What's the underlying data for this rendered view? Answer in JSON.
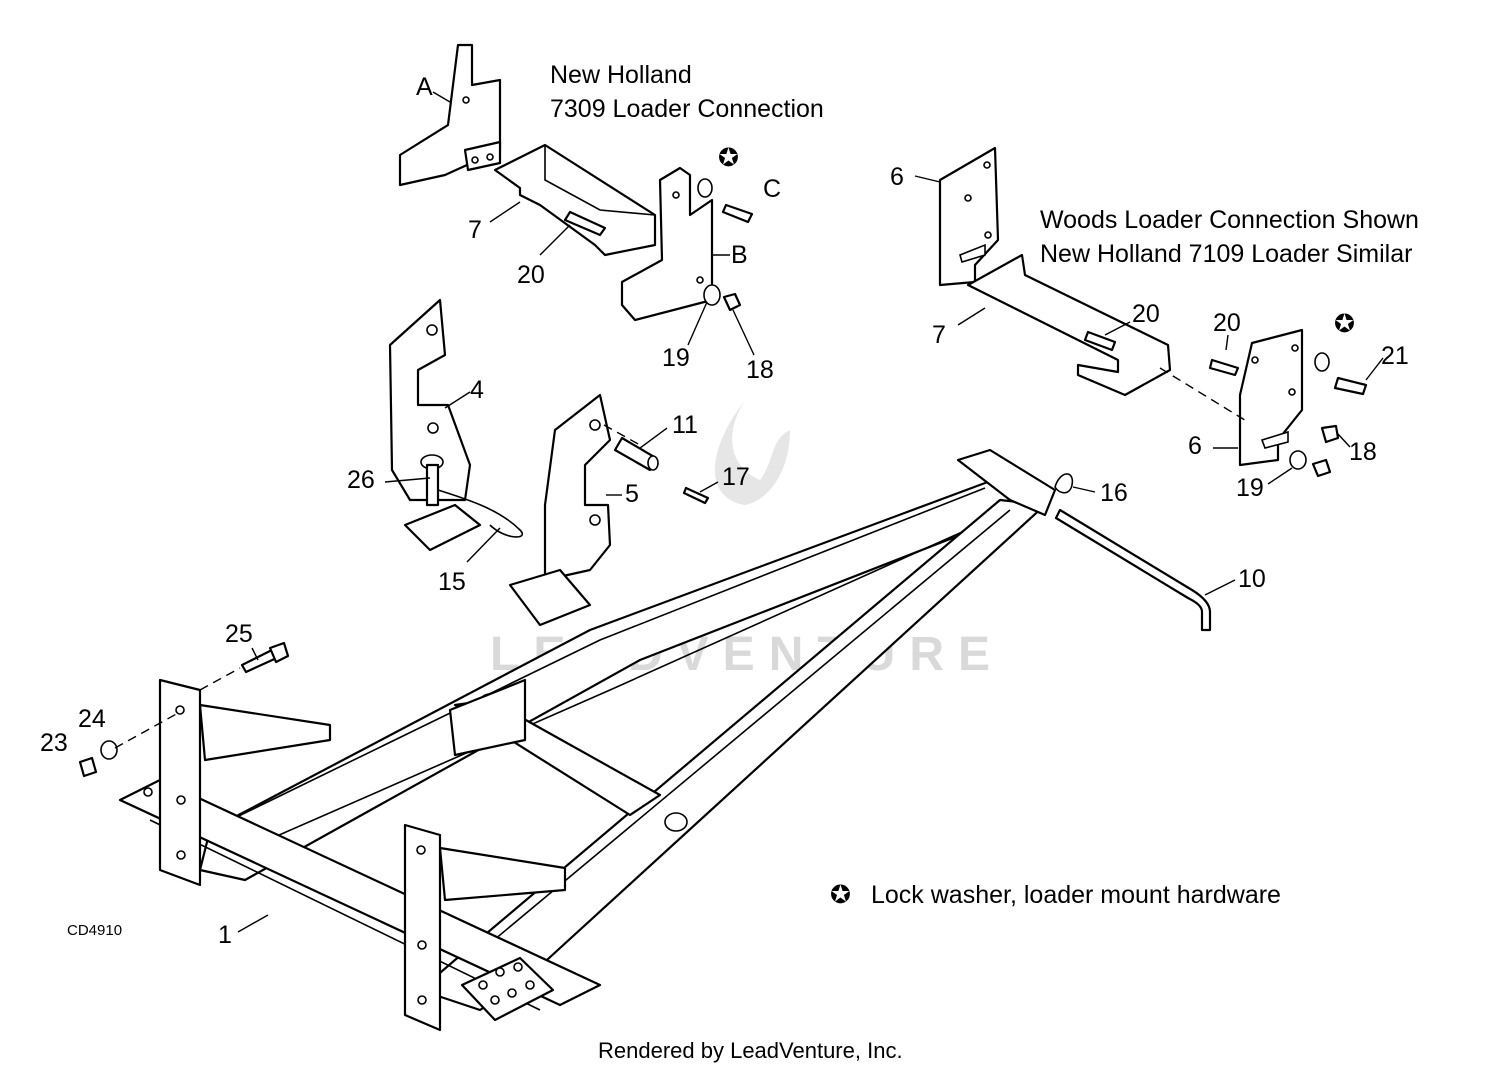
{
  "titles": {
    "nh7309_line1": "New Holland",
    "nh7309_line2": "7309 Loader Connection",
    "woods_line1": "Woods Loader Connection Shown",
    "woods_line2": "New Holland 7109 Loader Similar"
  },
  "legend": {
    "symbol": "✪",
    "text": "Lock washer, loader mount hardware"
  },
  "drawing_code": "CD4910",
  "footer": "Rendered by LeadVenture, Inc.",
  "watermark": "LEADVENTURE",
  "callouts": {
    "A": "A",
    "B": "B",
    "C": "C",
    "p1": "1",
    "p4": "4",
    "p5": "5",
    "p6a": "6",
    "p6b": "6",
    "p7a": "7",
    "p7b": "7",
    "p10": "10",
    "p11": "11",
    "p15": "15",
    "p16": "16",
    "p17": "17",
    "p18a": "18",
    "p18b": "18",
    "p19a": "19",
    "p19b": "19",
    "p20a": "20",
    "p20b": "20",
    "p20c": "20",
    "p21": "21",
    "p23": "23",
    "p24": "24",
    "p25": "25",
    "p26": "26",
    "star1": "✪",
    "star2": "✪"
  }
}
